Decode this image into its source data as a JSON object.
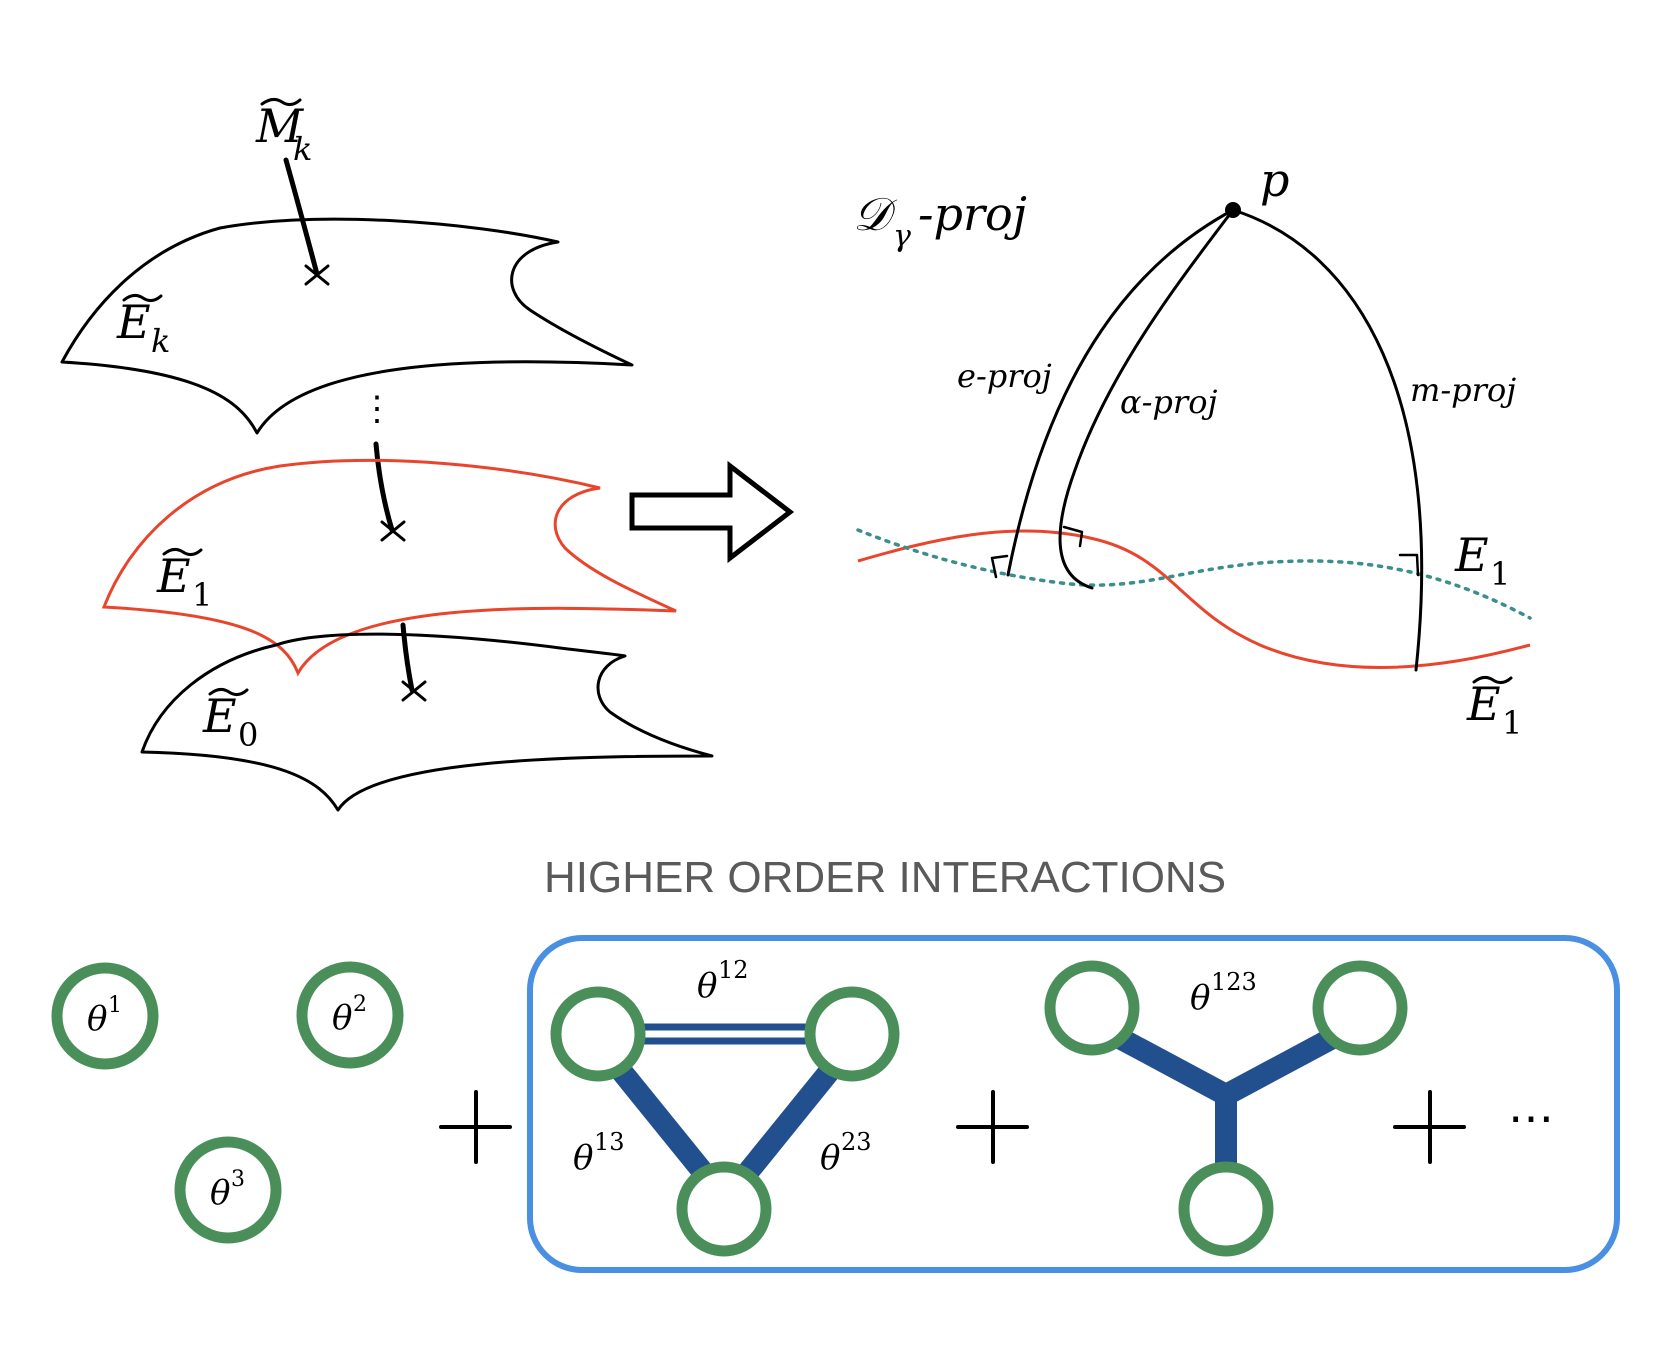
{
  "colors": {
    "ink": "#000000",
    "red_manifold": "#e8452c",
    "teal_dotted": "#3a8f8c",
    "node_ring": "#4a8f5a",
    "edge_blue": "#22508f",
    "box_blue": "#4a90e2",
    "heading_gray": "#5a5a5a"
  },
  "left_panel": {
    "top_label_base": "M",
    "top_label_sub": "k",
    "manifolds": [
      {
        "base": "E",
        "sub": "k"
      },
      {
        "base": "E",
        "sub": "1"
      },
      {
        "base": "E",
        "sub": "0"
      }
    ],
    "ellipsis": "⋮"
  },
  "arrow": {
    "icon": "right-hollow-arrow-icon"
  },
  "right_panel": {
    "title_script": "𝒟",
    "title_sub": "γ",
    "title_suffix": "-proj",
    "point_label": "p",
    "proj_labels": {
      "e": "e-proj",
      "alpha": "α-proj",
      "m": "m-proj"
    },
    "curve_labels": [
      {
        "base": "E",
        "sub": "1",
        "tilde": false
      },
      {
        "base": "E",
        "sub": "1",
        "tilde": true
      }
    ]
  },
  "bottom": {
    "heading": "HIGHER ORDER INTERACTIONS",
    "singles": [
      {
        "base": "θ",
        "sup": "1"
      },
      {
        "base": "θ",
        "sup": "2"
      },
      {
        "base": "θ",
        "sup": "3"
      }
    ],
    "pairwise": [
      {
        "base": "θ",
        "sup": "12"
      },
      {
        "base": "θ",
        "sup": "13"
      },
      {
        "base": "θ",
        "sup": "23"
      }
    ],
    "triple": {
      "base": "θ",
      "sup": "123"
    },
    "plus": "+",
    "ellipsis": "⋯"
  }
}
